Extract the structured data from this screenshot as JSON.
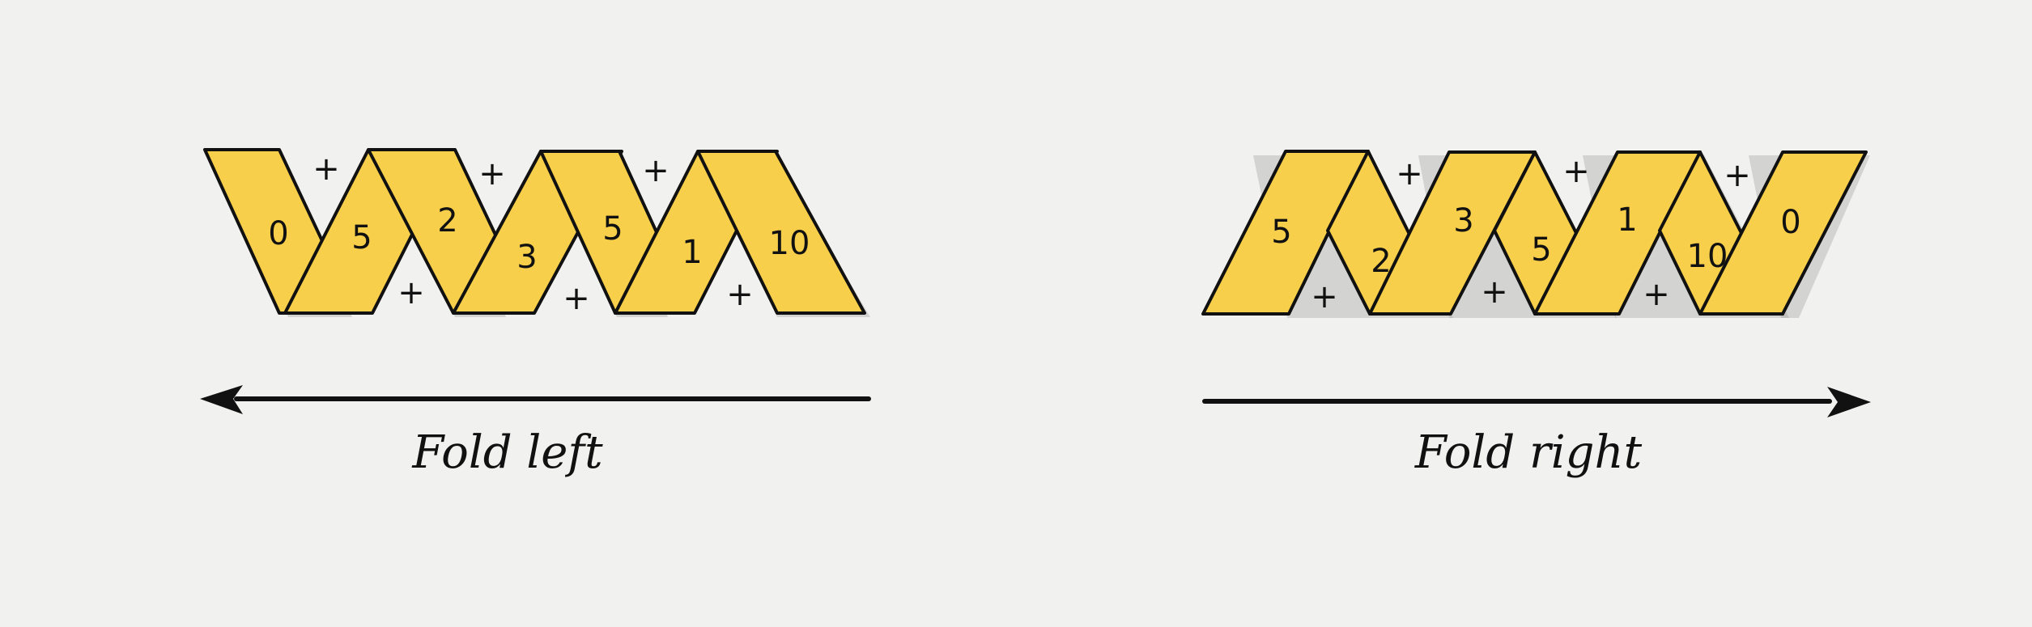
{
  "fold_left": {
    "values": [
      "0",
      "5",
      "2",
      "3",
      "5",
      "1",
      "10"
    ],
    "operator": "+",
    "caption": "Fold left"
  },
  "fold_right": {
    "values": [
      "5",
      "2",
      "3",
      "5",
      "1",
      "10",
      "0"
    ],
    "operator": "+",
    "caption": "Fold right"
  },
  "colors": {
    "ribbon": "#f8cf4a",
    "outline": "#111111",
    "background": "#f1f1f0"
  }
}
